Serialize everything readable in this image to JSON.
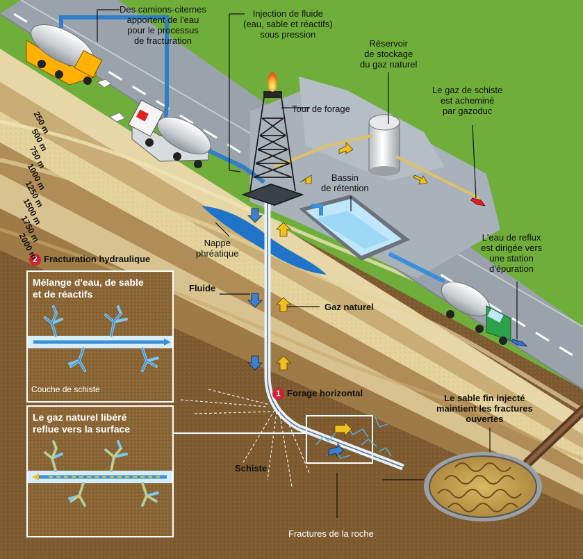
{
  "labels": {
    "trucks": "Des camions-citernes\napportent de l'eau\npour le processus\nde fracturation",
    "injection": "Injection de fluide\n(eau, sable et réactifs)\nsous pression",
    "reservoir": "Réservoir\nde stockage\ndu gaz naturel",
    "pipeline": "Le gaz de schiste\nest acheminé\npar gazoduc",
    "tower": "Tour de forage",
    "basin": "Bassin\nde rétention",
    "groundwater": "Nappe\nphréatique",
    "flowback": "L'eau de reflux\nest dirigée vers\nune station\nd'épuration",
    "fluid": "Fluide",
    "natural_gas": "Gaz naturel",
    "horizontal": "Forage horizontal",
    "shale": "Schiste",
    "fractures": "Fractures de la roche",
    "sand": "Le sable fin injecté\nmaintient les fractures\nouvertes"
  },
  "depths": [
    "250 m",
    "500 m",
    "750 m",
    "1000 m",
    "1250 m",
    "1500 m",
    "1750 m",
    "2000 m"
  ],
  "badges": {
    "one": "1",
    "two": "2"
  },
  "panel": {
    "title": "Fracturation hydraulique",
    "inset1_title": "Mélange d'eau, de sable\net de réactifs",
    "inset1_layer": "Couche de schiste",
    "inset2_title": "Le gaz naturel libéré\nreflue vers la surface"
  },
  "colors": {
    "sky": "#ffffff",
    "grass": "#6fae3a",
    "road": "#9aa3ab",
    "pad": "#a9b2ba",
    "soil_light": "#e7d7a6",
    "soil_mid": "#c4a773",
    "soil_dark": "#8a6a3e",
    "water": "#1f74c8",
    "pipe": "#3a8fd8",
    "gas_arrow": "#f0c020",
    "water_arrow": "#3a7fd0",
    "red_badge": "#d1202f",
    "red_arrow": "#e02020"
  }
}
